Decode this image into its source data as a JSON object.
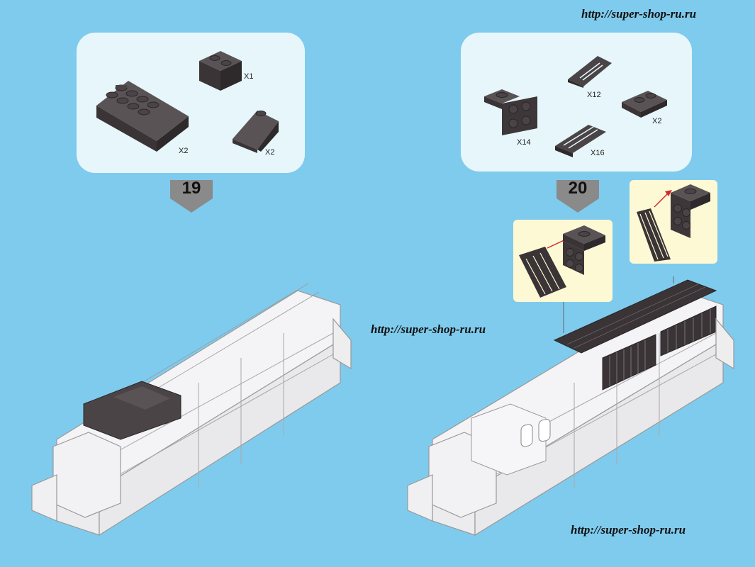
{
  "watermarks": {
    "top_right": "http://super-shop-ru.ru",
    "middle": "http://super-shop-ru.ru",
    "bottom_right": "http://super-shop-ru.ru"
  },
  "step19": {
    "number": "19",
    "parts": [
      {
        "icon": "slope-brick-2x4-icon",
        "qty": "X2"
      },
      {
        "icon": "brick-1x2-icon",
        "qty": "X1"
      },
      {
        "icon": "slope-brick-1x2-icon",
        "qty": "X2"
      }
    ]
  },
  "step20": {
    "number": "20",
    "parts": [
      {
        "icon": "angle-bracket-plate-icon",
        "qty": "X14"
      },
      {
        "icon": "grille-tile-slope-icon",
        "qty": "X12"
      },
      {
        "icon": "plate-1x2-icon",
        "qty": "X2"
      },
      {
        "icon": "grille-tile-1x2-icon",
        "qty": "X16"
      }
    ]
  },
  "colors": {
    "background": "#7fcbed",
    "panel": "#e6f6fb",
    "inset": "#fdf9d4",
    "dark_brick": "#4a4446",
    "arrow": "#8a8a8a"
  }
}
